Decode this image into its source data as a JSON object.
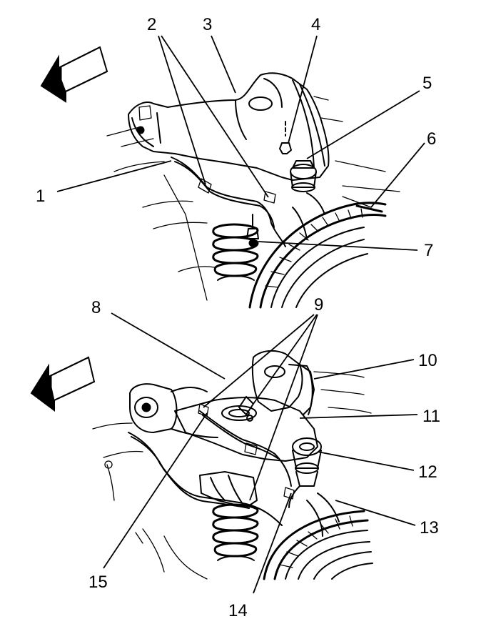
{
  "callouts": {
    "c1": "1",
    "c2": "2",
    "c3": "3",
    "c4": "4",
    "c5": "5",
    "c6": "6",
    "c7": "7",
    "c8": "8",
    "c9": "9",
    "c10": "10",
    "c11": "11",
    "c12": "12",
    "c13": "13",
    "c14": "14",
    "c15": "15"
  },
  "icons": {
    "top_arrow": "direction-arrow-icon",
    "bottom_arrow": "direction-arrow-icon"
  },
  "colors": {
    "ink": "#000000",
    "paper": "#ffffff"
  }
}
